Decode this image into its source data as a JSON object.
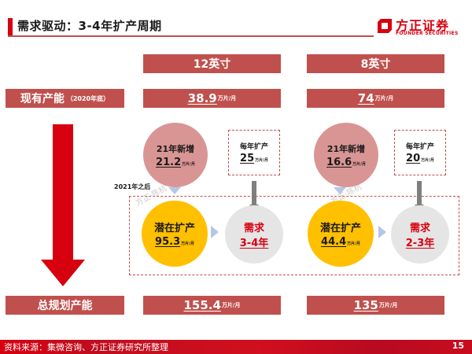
{
  "header": {
    "title": "需求驱动：3-4年扩产周期",
    "logo_cn": "方正证券",
    "logo_en": "FOUNDER SECURITIES"
  },
  "columns": [
    {
      "label": "12英寸",
      "existing_capacity": "38.9",
      "new_2021_title": "21年新增",
      "new_2021_value": "21.2",
      "annual_expansion_title": "每年扩产",
      "annual_expansion_value": "25",
      "potential_title": "潜在扩产",
      "potential_value": "95.3",
      "demand_title": "需求",
      "demand_years": "3-4年",
      "total_planned": "155.4"
    },
    {
      "label": "8英寸",
      "existing_capacity": "74",
      "new_2021_title": "21年新增",
      "new_2021_value": "16.6",
      "annual_expansion_title": "每年扩产",
      "annual_expansion_value": "20",
      "potential_title": "潜在扩产",
      "potential_value": "44.4",
      "demand_title": "需求",
      "demand_years": "2-3年",
      "total_planned": "135"
    }
  ],
  "rows": {
    "existing_label": "现有产能",
    "existing_sub": "（2020年底）",
    "total_label": "总规划产能"
  },
  "unit": "万片/月",
  "after_label": "2021年之后",
  "watermark": "方正·陈杭",
  "colors": {
    "brand_red": "#d7000f",
    "box_red": "#c0504d",
    "pink": "#d99594",
    "yellow": "#ffc000",
    "grey": "#e5e5e5",
    "triangle_blue": "#b4c7e7"
  },
  "footer": {
    "source": "资料来源：集微咨询、方正证券研究所整理",
    "page": "15"
  }
}
